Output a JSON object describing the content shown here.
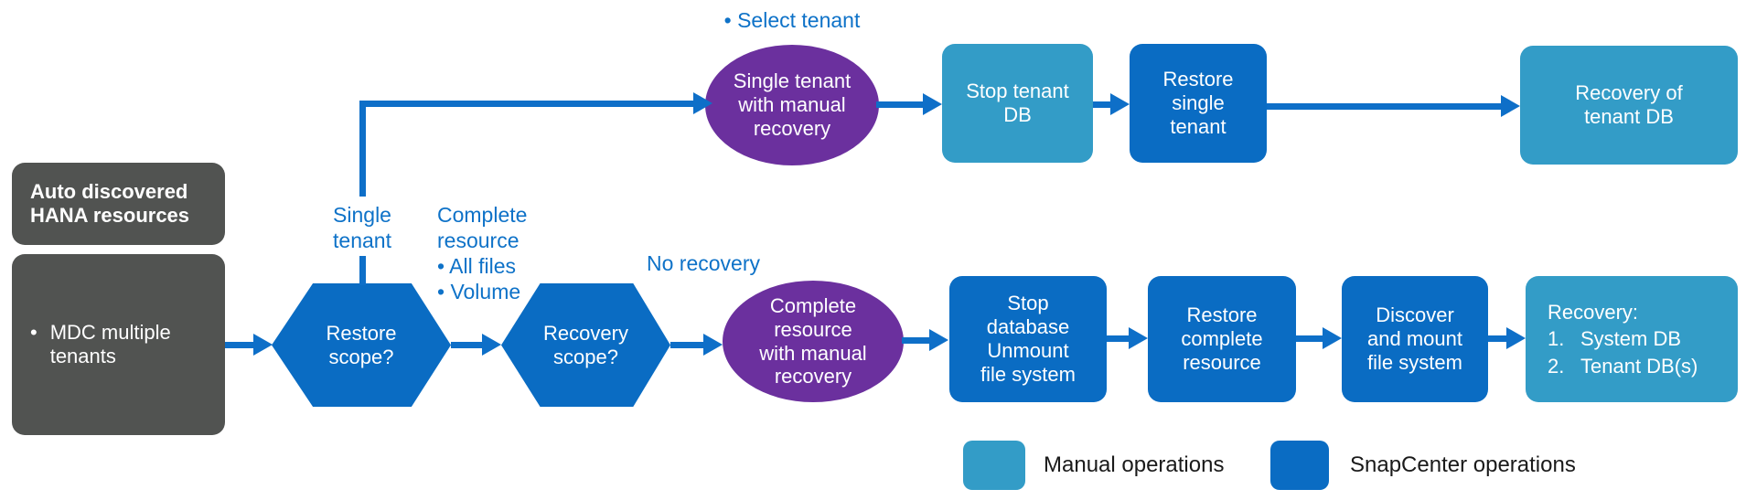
{
  "palette": {
    "dark_gray": "#515351",
    "manual_blue": "#339CC7",
    "snapcenter_blue": "#0A6CC3",
    "purple": "#6B309E",
    "arrow_blue": "#0E6FC8",
    "label_blue": "#0E72C8",
    "legend_text": "#1A1A1A"
  },
  "diagram": {
    "sources": {
      "title_box": {
        "text": "Auto discovered\nHANA resources"
      },
      "mdc_box": {
        "bullet": "•",
        "text": "MDC multiple\ntenants"
      }
    },
    "decisions": {
      "restore_scope": "Restore\nscope?",
      "recovery_scope": "Recovery\nscope?"
    },
    "manual_steps": {
      "single_tenant_manual": "Single tenant\nwith manual\nrecovery",
      "complete_resource_manual": "Complete\nresource\nwith manual\nrecovery"
    },
    "top_path": {
      "select_tenant_note": "• Select tenant",
      "single_tenant_branch": "Single\ntenant",
      "stop_tenant_db": "Stop tenant\nDB",
      "restore_single_tenant": "Restore\nsingle\ntenant",
      "recovery_of_tenant_db": "Recovery of\ntenant DB"
    },
    "bottom_path": {
      "complete_resource_branch": "Complete\nresource",
      "branch_options": [
        "• All files",
        "• Volume"
      ],
      "no_recovery_note": "No recovery",
      "stop_database": "Stop\ndatabase\nUnmount\nfile system",
      "restore_complete_resource": "Restore\ncomplete\nresource",
      "discover_mount": "Discover\nand mount\nfile system",
      "recovery_final": {
        "title": "Recovery:",
        "items": [
          {
            "num": "1.",
            "label": "System DB"
          },
          {
            "num": "2.",
            "label": "Tenant DB(s)"
          }
        ]
      }
    },
    "legend": {
      "items": [
        {
          "label": "Manual operations",
          "color": "#339CC7"
        },
        {
          "label": "SnapCenter operations",
          "color": "#0A6CC3"
        }
      ]
    }
  }
}
